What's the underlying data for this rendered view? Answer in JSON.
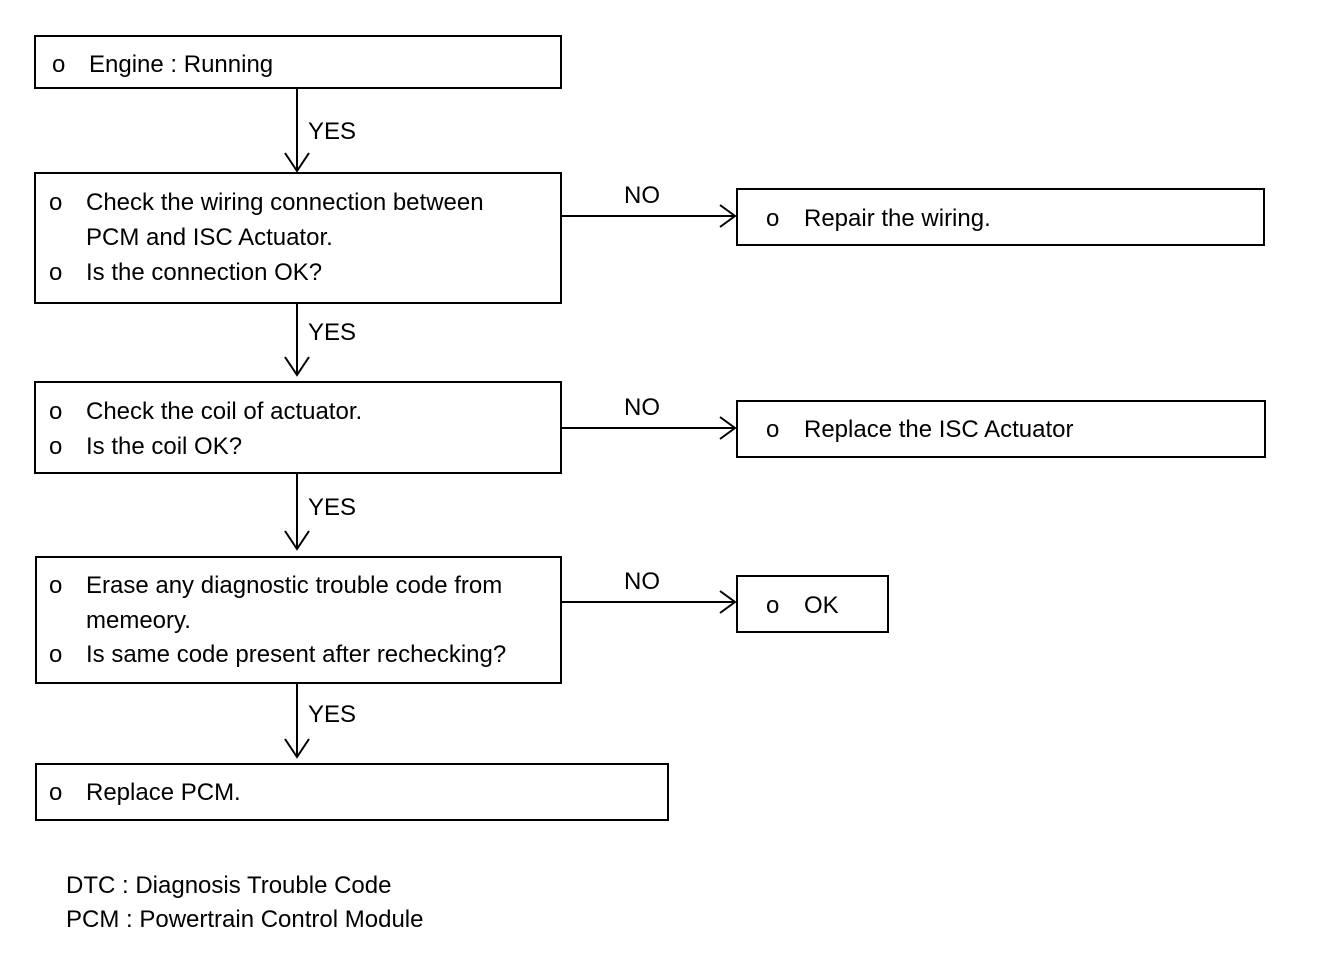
{
  "steps": {
    "engine": {
      "bullet": "o",
      "text": "Engine : Running"
    },
    "wiring": {
      "bullet": "o",
      "line1": "Check the wiring connection between",
      "line2": "PCM and ISC Actuator.",
      "q_bullet": "o",
      "question": "Is the connection OK?"
    },
    "coil": {
      "bullet": "o",
      "text": "Check the coil of actuator.",
      "q_bullet": "o",
      "question": "Is the coil OK?"
    },
    "erase": {
      "bullet": "o",
      "line1": "Erase any diagnostic trouble code from",
      "line2": "memeory.",
      "q_bullet": "o",
      "question": "Is same code present after rechecking?"
    },
    "replace_pcm": {
      "bullet": "o",
      "text": "Replace PCM."
    }
  },
  "outcomes": {
    "repair_wiring": {
      "bullet": "o",
      "text": "Repair the wiring."
    },
    "replace_isc": {
      "bullet": "o",
      "text": "Replace the ISC Actuator"
    },
    "ok": {
      "bullet": "o",
      "text": "OK"
    }
  },
  "labels": {
    "yes": "YES",
    "no": "NO"
  },
  "legend": {
    "dtc": "DTC : Diagnosis Trouble Code",
    "pcm": "PCM : Powertrain Control Module"
  }
}
